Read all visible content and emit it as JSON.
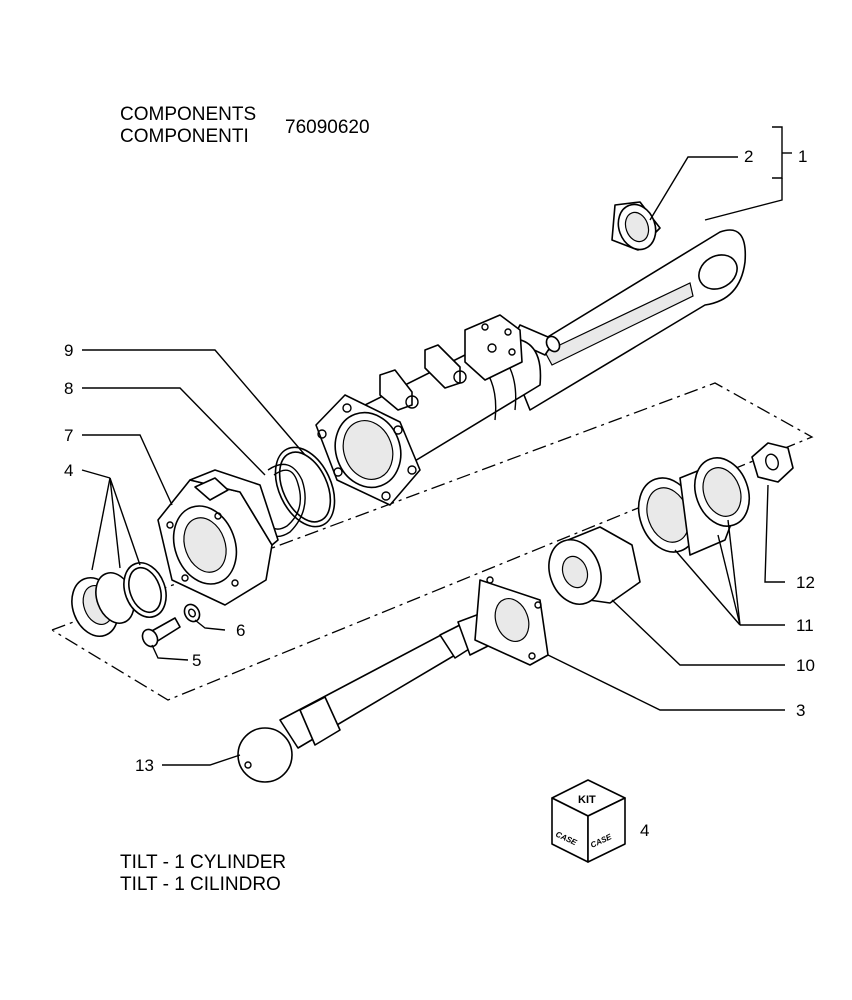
{
  "header": {
    "title_en": "COMPONENTS",
    "title_it": "COMPONENTI",
    "part_number": "76090620"
  },
  "footer": {
    "line_en": "TILT - 1 CYLINDER",
    "line_it": "TILT - 1 CILINDRO"
  },
  "kit": {
    "label": "KIT",
    "brand": "CASE",
    "item_ref": "4"
  },
  "callouts": [
    "1",
    "2",
    "3",
    "4",
    "5",
    "6",
    "7",
    "8",
    "9",
    "10",
    "11",
    "12",
    "13"
  ]
}
